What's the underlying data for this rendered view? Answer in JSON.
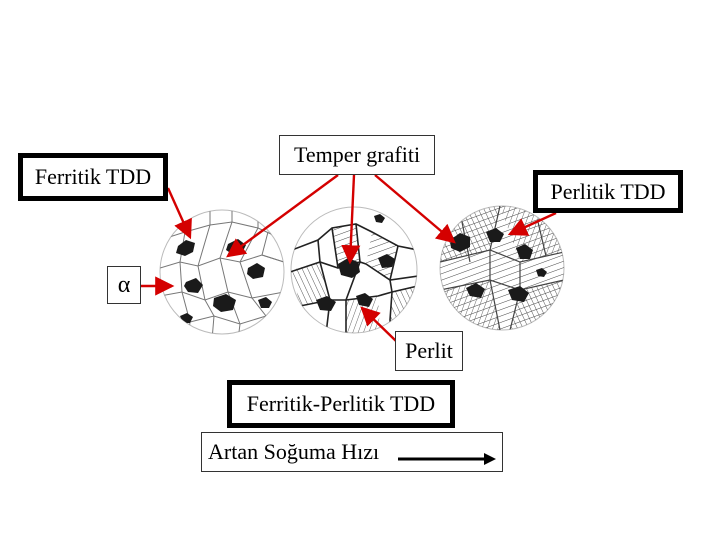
{
  "labels": {
    "ferritik_tdd": "Ferritik TDD",
    "temper_grafiti": "Temper grafiti",
    "perlitik_tdd": "Perlitik TDD",
    "alpha": "α",
    "perlit": "Perlit",
    "ferritik_perlitik_tdd": "Ferritik-Perlitik TDD",
    "artan_soguma_hizi": "Artan Soğuma Hızı"
  },
  "colors": {
    "pointer_arrow": "#d40000",
    "ink": "#000000",
    "graphite": "#1a1a1a"
  },
  "icons": {
    "direction_arrow": "right-arrow-icon"
  }
}
